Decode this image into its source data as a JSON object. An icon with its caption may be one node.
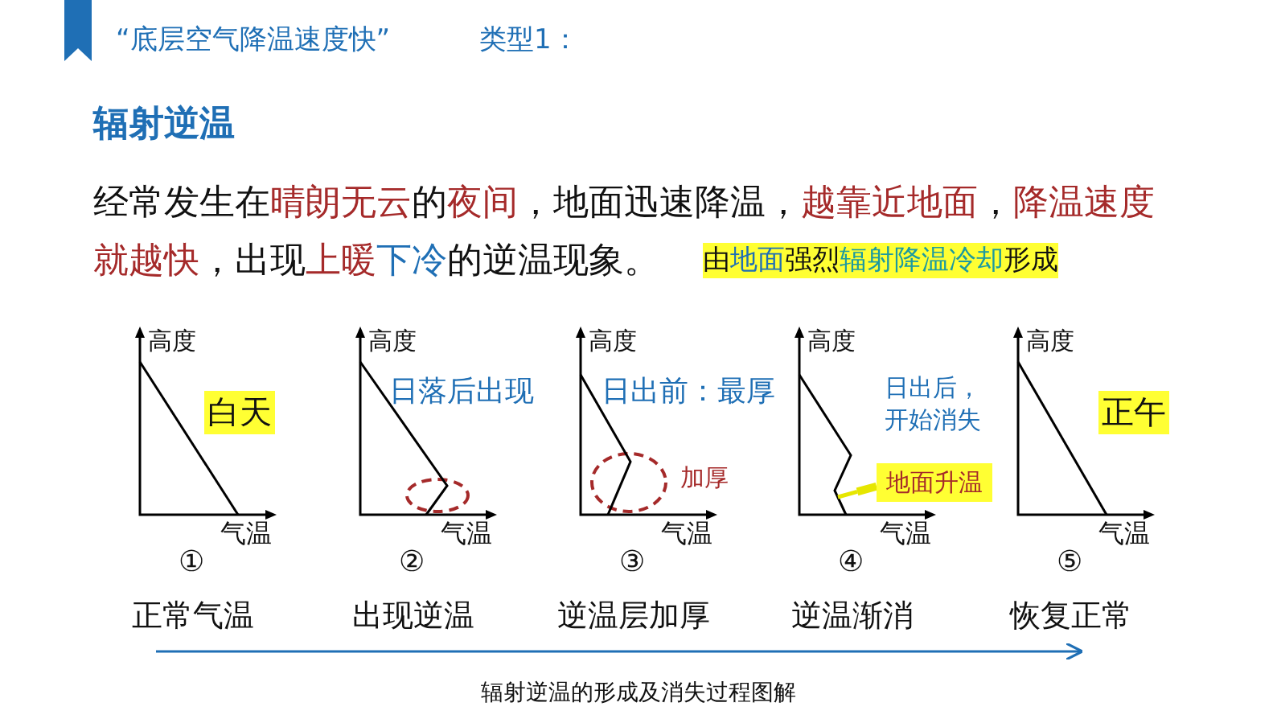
{
  "diagram": {
    "caption": "辐射逆温的形成及消失过程图解",
    "nodes": [
      {
        "text": [
          "地面升温"
        ]
      },
      {
        "text": [],
        "shape": "line"
      }
    ],
    "edges": [
      {
        "from": 0,
        "to": 1,
        "arrow": "none"
      }
    ],
    "labels": [
      "“底层空气降温速度快”",
      "类型1：",
      "辐射逆温",
      "经常发生在",
      "晴朗无云",
      "的",
      "夜间",
      "，地面迅速降温，",
      "越靠近地面",
      "，",
      "降温速度就越快",
      "，出现",
      "上暖",
      "下冷",
      "的逆温现象。",
      "由",
      "地面",
      "强烈",
      "辐射降温冷却",
      "形成",
      "高度",
      "白天",
      "气温",
      "①",
      "正常气温",
      "高度",
      "日落后出现",
      "气温",
      "②",
      "出现逆温",
      "高度",
      "日出前：最厚",
      "加厚",
      "气温",
      "③",
      "逆温层加厚",
      "高度",
      "日出后，开始消失",
      "气温",
      "④",
      "逆温渐消",
      "高度",
      "正午",
      "气温",
      "⑤",
      "恢复正常"
    ]
  }
}
